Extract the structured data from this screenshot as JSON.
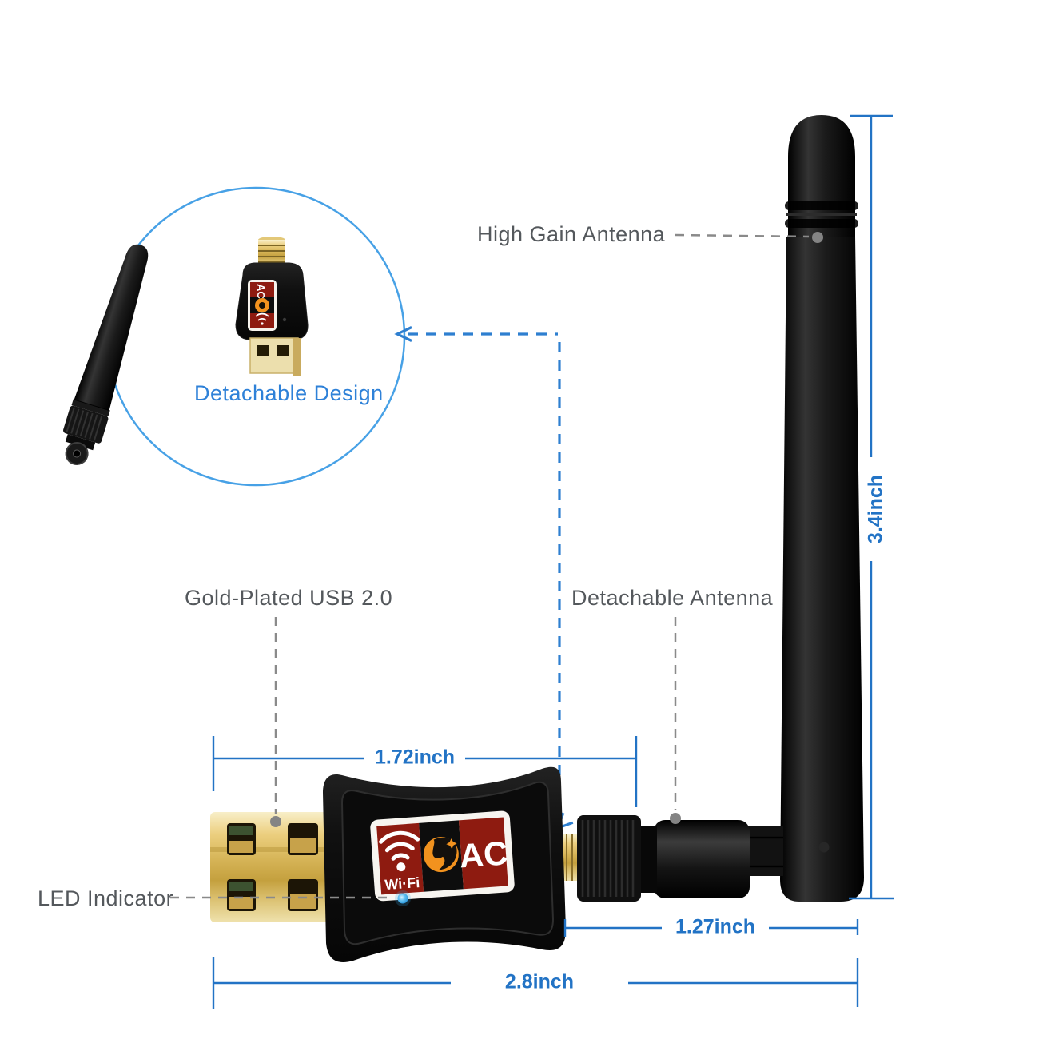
{
  "callouts": {
    "high_gain_antenna": "High Gain Antenna",
    "gold_plated_usb": "Gold-Plated USB 2.0",
    "detachable_antenna": "Detachable Antenna",
    "led_indicator": "LED Indicator"
  },
  "inset": {
    "caption": "Detachable Design",
    "badge_ac": "AC"
  },
  "dimensions": {
    "antenna_length": "3.4inch",
    "adapter_length": "1.72inch",
    "connector_assembly_length": "1.27inch",
    "overall_length": "2.8inch"
  },
  "badge": {
    "wifi": "Wi·Fi",
    "ac": "AC"
  },
  "colors": {
    "dimension_blue": "#2273c5",
    "callout_gray": "#54585c",
    "caption_blue": "#2e81d8",
    "arrow_blue": "#2e7fd0",
    "inset_circle_blue": "#47a1e6",
    "badge_red": "#8e1b10",
    "logo_orange": "#f2921e",
    "led_blue": "#35a7e8",
    "gold": "#d9b95e"
  }
}
